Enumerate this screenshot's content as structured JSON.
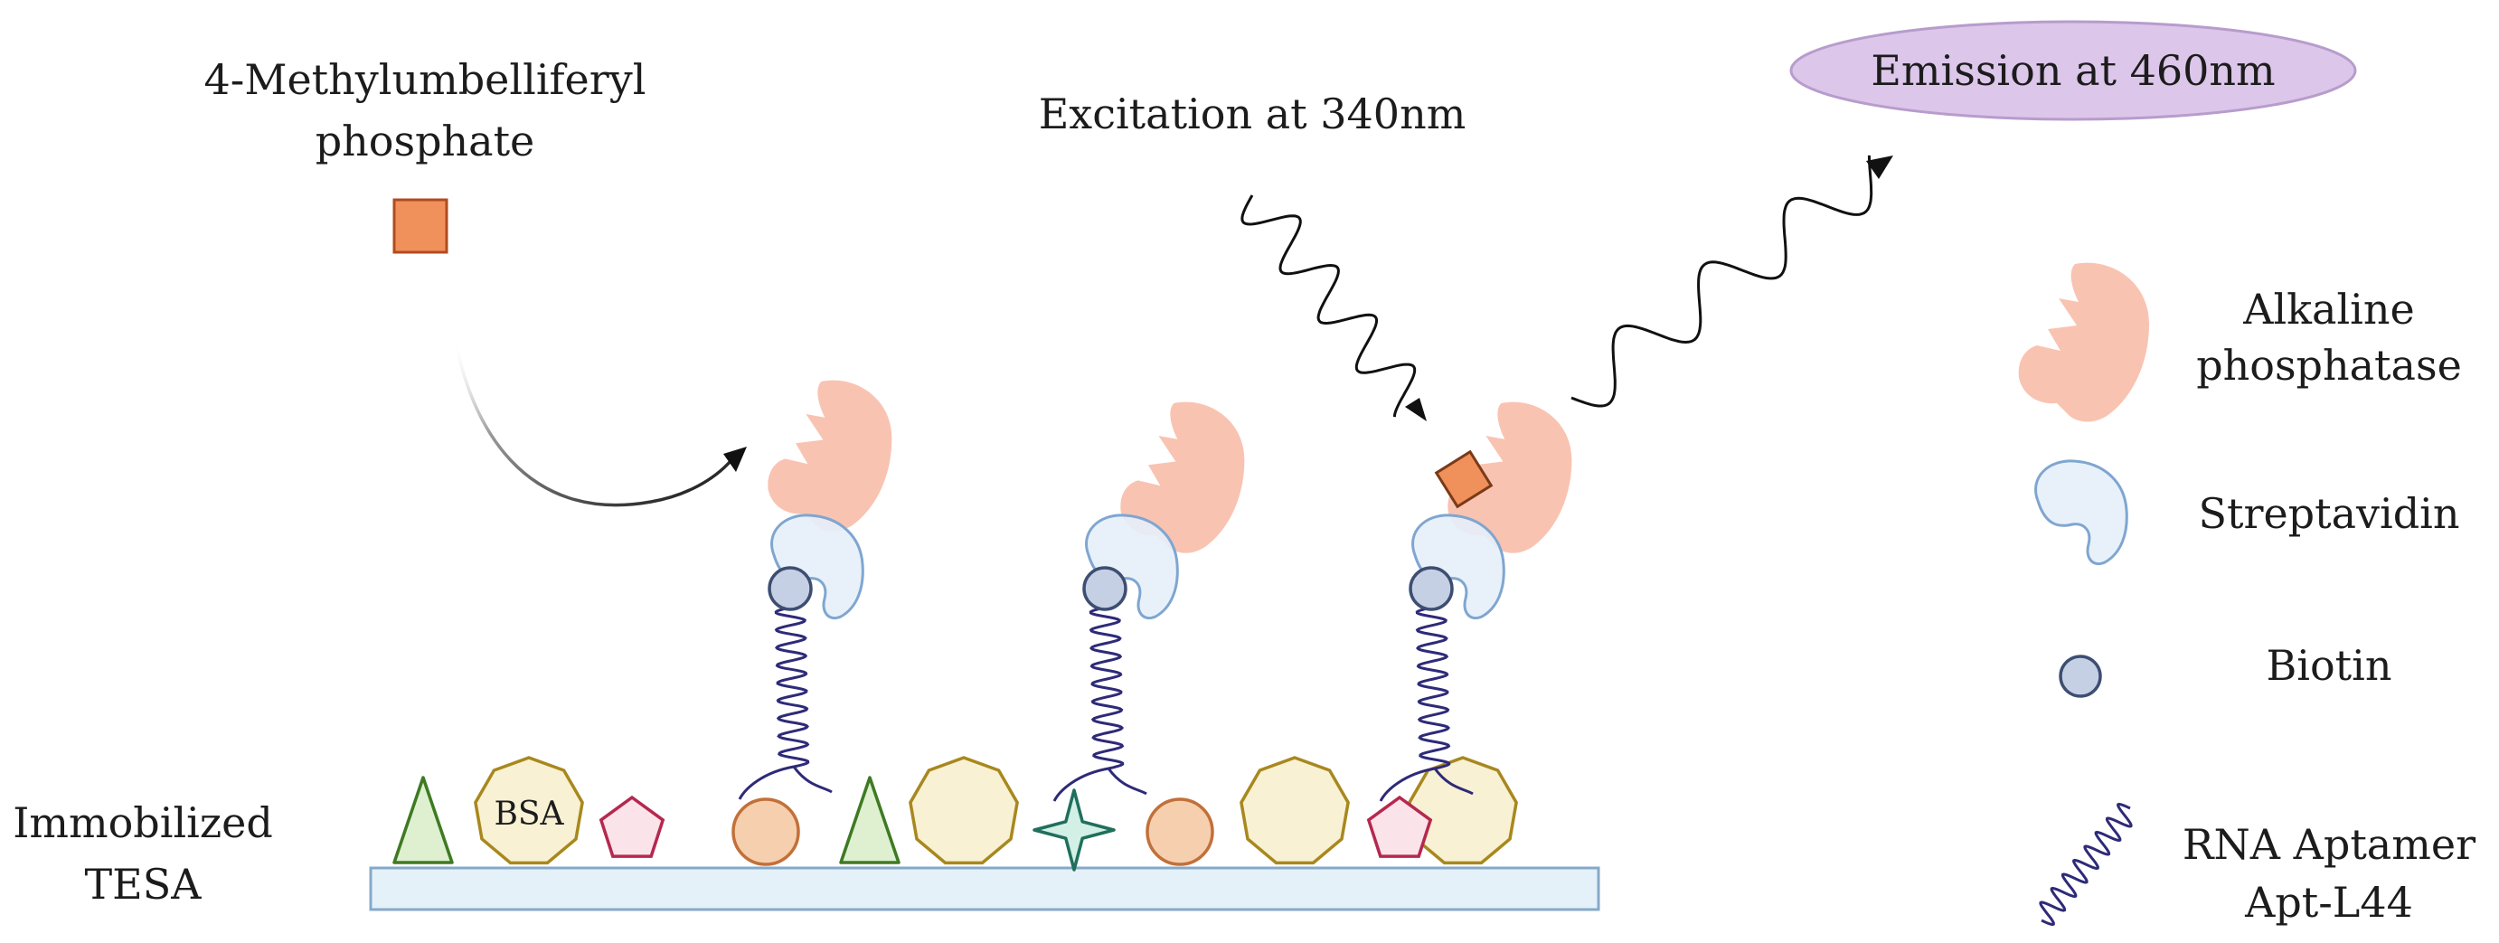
{
  "labels": {
    "substrate_line1": "4-Methylumbelliferyl",
    "substrate_line2": "phosphate",
    "excitation": "Excitation at 340nm",
    "emission": "Emission at 460nm",
    "immobilized_line1": "Immobilized",
    "immobilized_line2": "TESA",
    "bsa": "BSA"
  },
  "legend": {
    "alkaline_line1": "Alkaline",
    "alkaline_line2": "phosphatase",
    "streptavidin": "Streptavidin",
    "biotin": "Biotin",
    "aptamer_line1": "RNA Aptamer",
    "aptamer_line2": "Apt-L44"
  },
  "colors": {
    "substrate_orange": "#f0905a",
    "enzyme_pink": "#f9c3b2",
    "streptavidin_fill": "#e6f0fa",
    "streptavidin_stroke": "#7fa6d0",
    "biotin_fill": "#c5d0e4",
    "biotin_stroke": "#3d4e72",
    "aptamer_purple": "#2e2a78",
    "surface_fill": "#e4f1f9",
    "surface_stroke": "#86a9c9",
    "emission_fill": "#dcc6ea",
    "emission_stroke": "#b79ccc",
    "triangle_fill": "#def0d0",
    "triangle_stroke": "#3e7a22",
    "octagon_fill": "#f8f1d4",
    "octagon_stroke": "#a8881e",
    "pentagon_fill": "#fbe3ea",
    "pentagon_stroke": "#b5284f",
    "circle_fill": "#f6cfae",
    "circle_stroke": "#c2703a",
    "star_fill": "#d2f0e6",
    "star_stroke": "#1f6f5c"
  },
  "icons": [
    "enzyme-icon",
    "streptavidin-icon",
    "biotin-icon",
    "aptamer-icon",
    "substrate-icon",
    "wave-arrow-icon"
  ]
}
